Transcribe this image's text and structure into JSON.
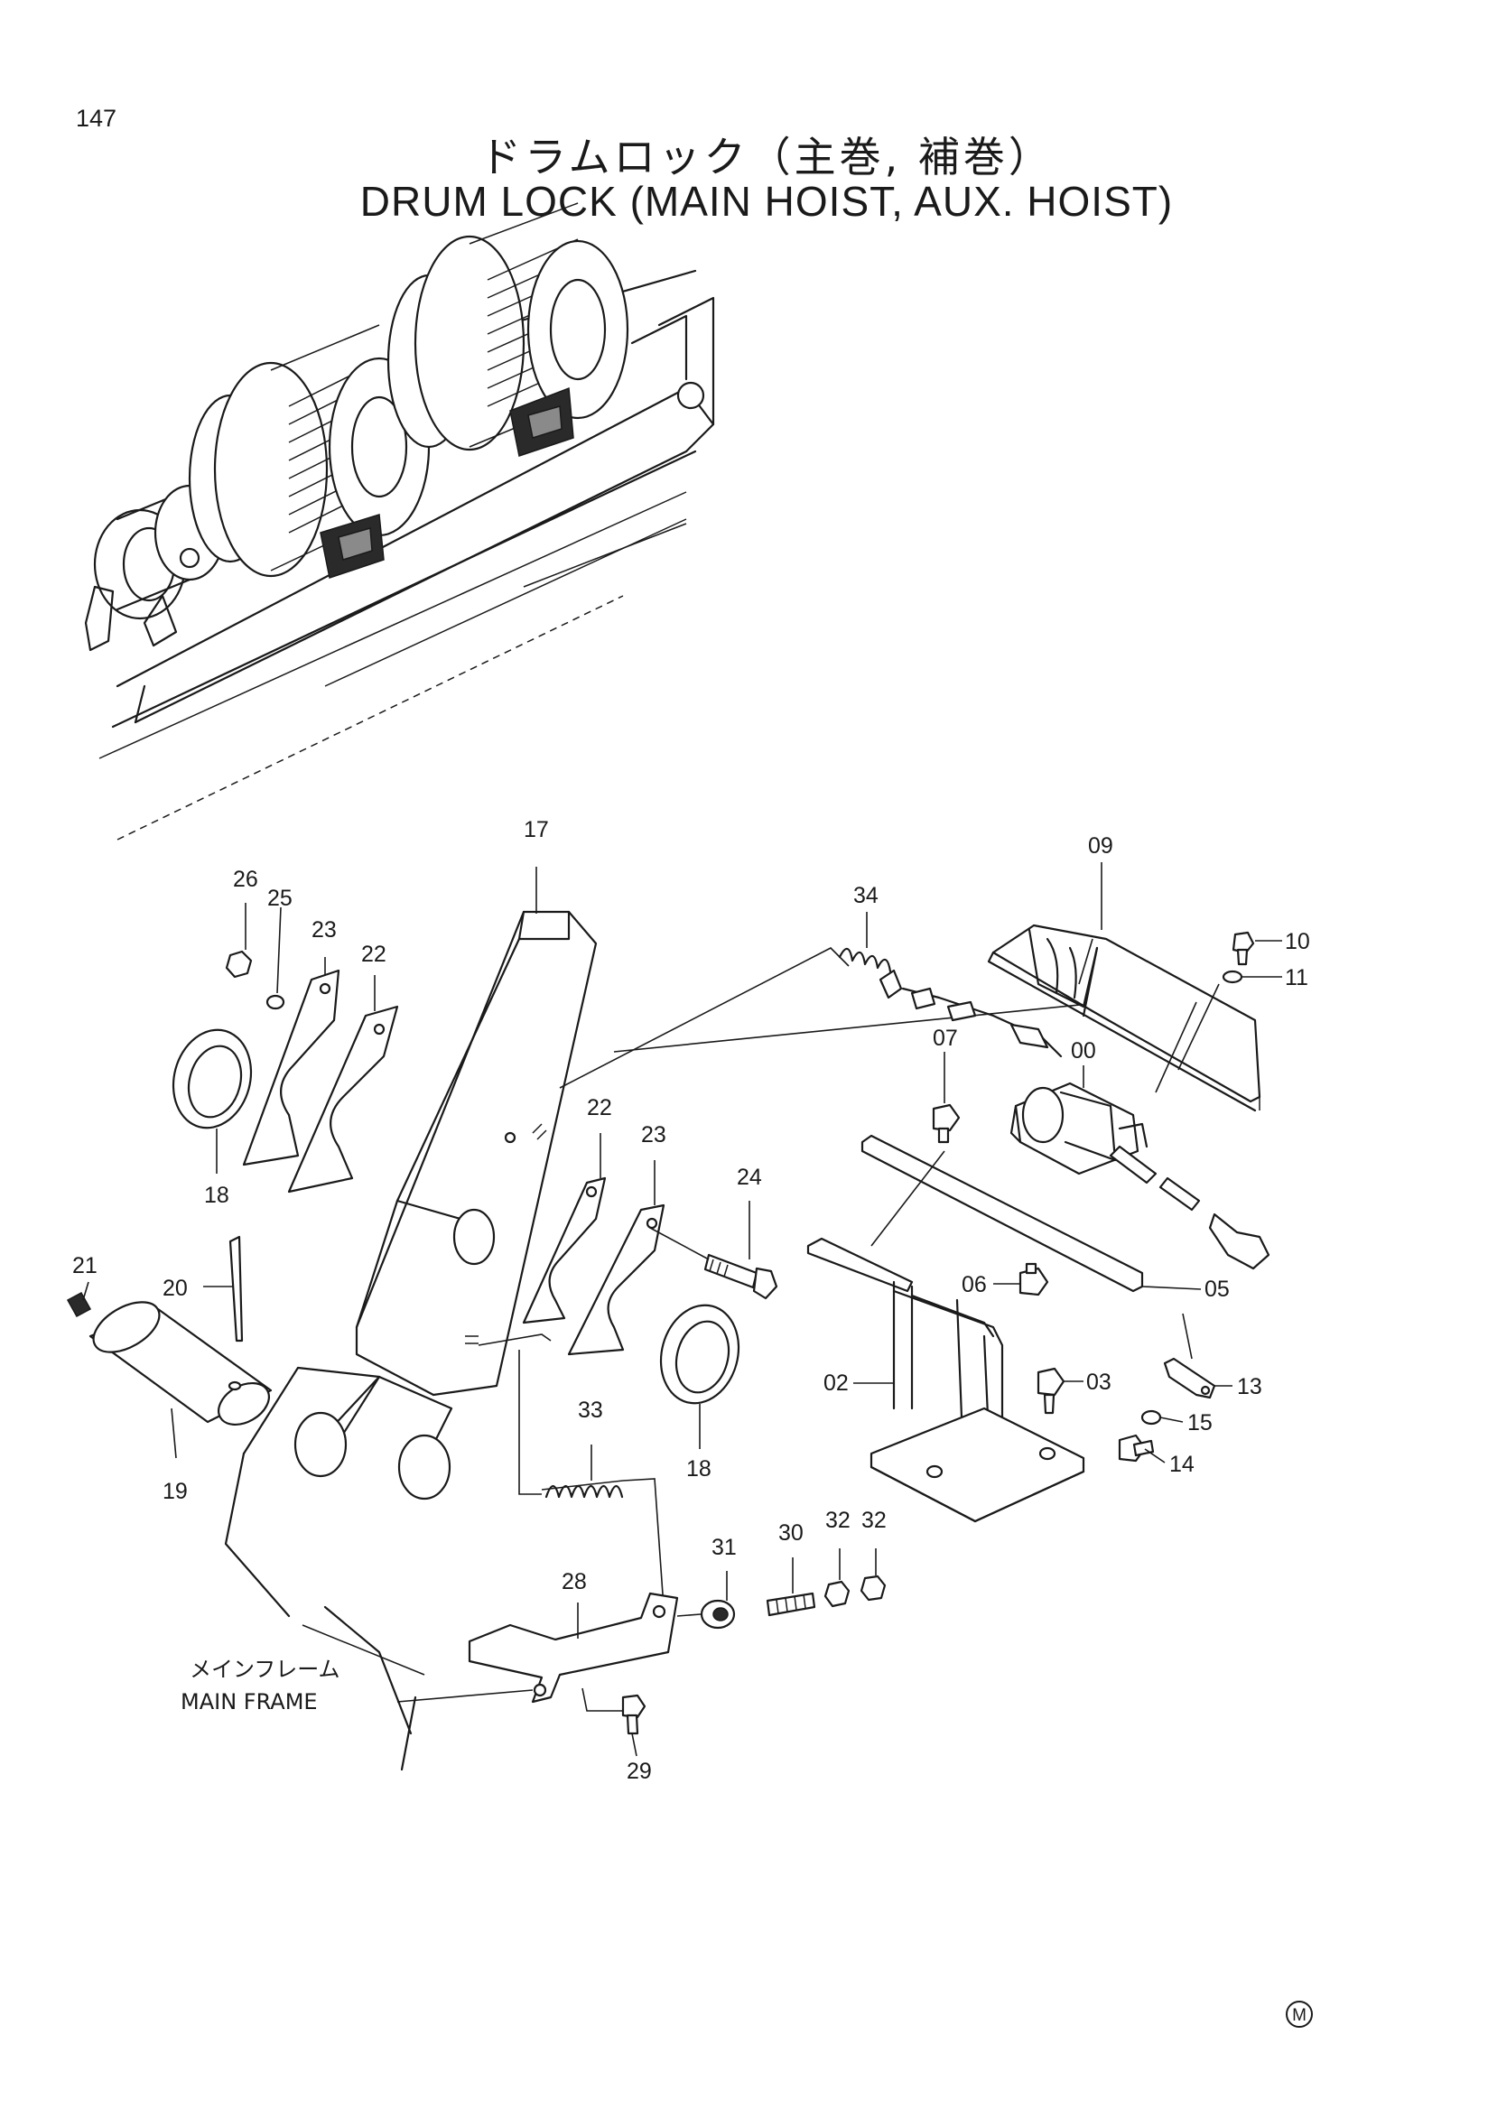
{
  "page": {
    "number": "147"
  },
  "title": {
    "japanese": "ドラムロック（主巻, 補巻）",
    "english": "DRUM LOCK (MAIN HOIST, AUX. HOIST)"
  },
  "frame_label": {
    "japanese": "メインフレーム",
    "english": "MAIN FRAME"
  },
  "part_callouts": [
    "17",
    "26",
    "25",
    "23",
    "22",
    "18",
    "21",
    "20",
    "19",
    "22",
    "23",
    "24",
    "18",
    "33",
    "28",
    "29",
    "31",
    "30",
    "32",
    "32",
    "34",
    "09",
    "10",
    "11",
    "00",
    "07",
    "06",
    "05",
    "02",
    "03",
    "13",
    "15",
    "14"
  ],
  "corner_mark": "M"
}
